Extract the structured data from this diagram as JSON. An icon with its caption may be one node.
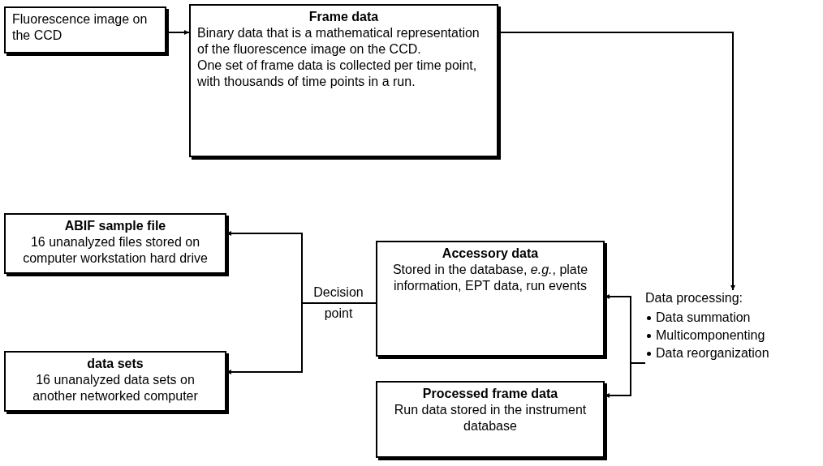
{
  "diagram": {
    "nodes": [
      {
        "text": [
          "Fluorescence image on the CCD"
        ]
      },
      {
        "text": [
          "Frame data",
          "Binary data that is a mathematical representation of the fluorescence image on the CCD.",
          "One set of frame data is collected per time point, with thousands of time points in a run."
        ]
      },
      {
        "text": [
          "ABIF sample file",
          "16 unanalyzed files stored on computer workstation hard drive"
        ]
      },
      {
        "text": [
          "Accessory data",
          "Stored in the database, *e.g.*, plate information, EPT data, run events"
        ]
      },
      {
        "text": [
          "data sets",
          "16 unanalyzed data sets on another networked computer"
        ]
      },
      {
        "text": [
          "Processed frame data",
          "Run data stored in the instrument database"
        ]
      },
      {
        "text": [
          "Data processing:",
          "Data summation",
          "Multicomponenting",
          "Data reorganization"
        ]
      }
    ],
    "edges": [
      {
        "from": 0,
        "to": 1,
        "arrow": "to"
      },
      {
        "from": 1,
        "to": 6,
        "arrow": "to"
      },
      {
        "from": 6,
        "to": 3,
        "arrow": "to"
      },
      {
        "from": 6,
        "to": 5,
        "arrow": "to"
      },
      {
        "from": 3,
        "to": 2,
        "arrow": "to"
      },
      {
        "from": 3,
        "to": 4,
        "arrow": "to"
      }
    ],
    "labels": [
      "Decision point"
    ]
  }
}
